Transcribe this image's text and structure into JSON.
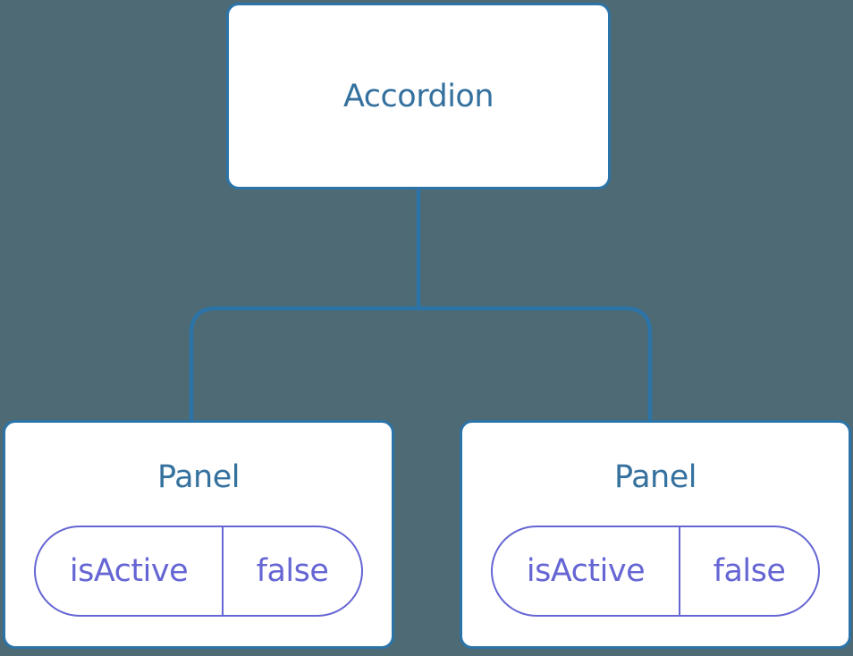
{
  "colors": {
    "background": "#4D6A75",
    "node-fill": "#FFFFFF",
    "connector-blue": "#2C74A8",
    "node-label-blue": "#35719E",
    "prop-purple": "#6565D4"
  },
  "tree": {
    "root": {
      "label": "Accordion"
    },
    "children": [
      {
        "label": "Panel",
        "props": [
          {
            "name": "isActive",
            "value": "false"
          }
        ]
      },
      {
        "label": "Panel",
        "props": [
          {
            "name": "isActive",
            "value": "false"
          }
        ]
      }
    ]
  }
}
